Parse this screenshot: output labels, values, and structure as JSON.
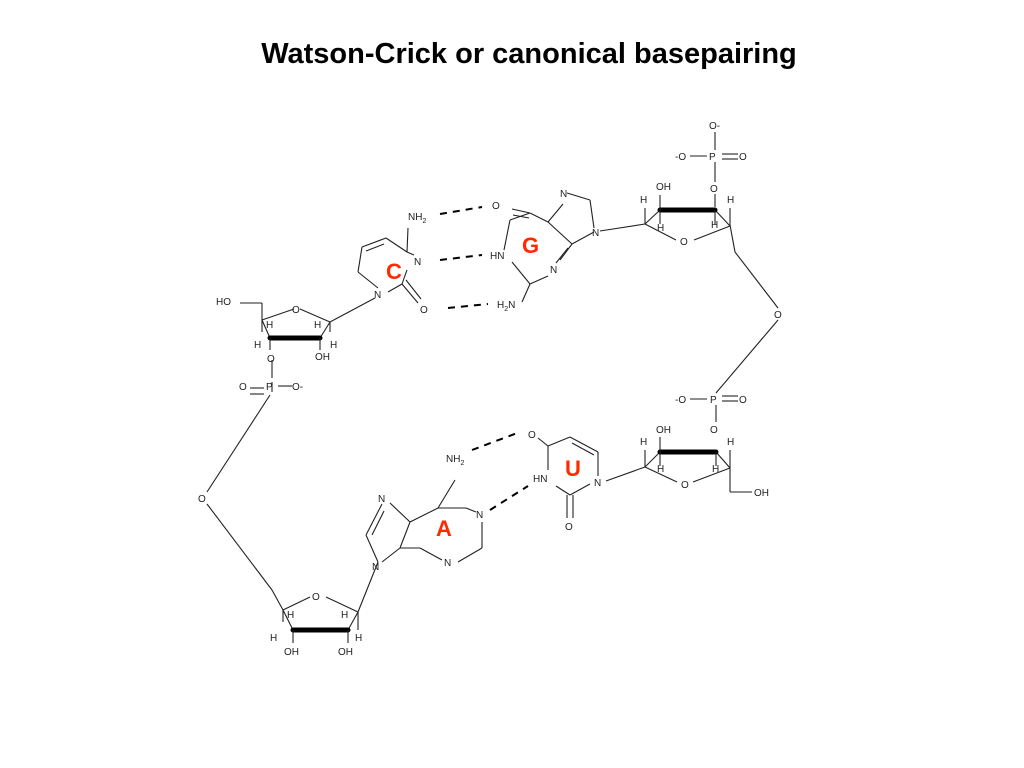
{
  "title": "Watson-Crick or canonical basepairing",
  "colors": {
    "base_label": "#ff2a00",
    "structure": "#222222",
    "hbond": "#000000"
  },
  "bases": {
    "C": "C",
    "G": "G",
    "A": "A",
    "U": "U"
  },
  "atoms": {
    "O": "O",
    "N": "N",
    "H": "H",
    "HN": "HN",
    "NH2": "NH",
    "H2N": "H",
    "sub2": "2",
    "OH": "OH",
    "HO": "HO",
    "P": "P",
    "Ominus": "O-",
    "minusO": "-O",
    "H2N_N": "N"
  }
}
